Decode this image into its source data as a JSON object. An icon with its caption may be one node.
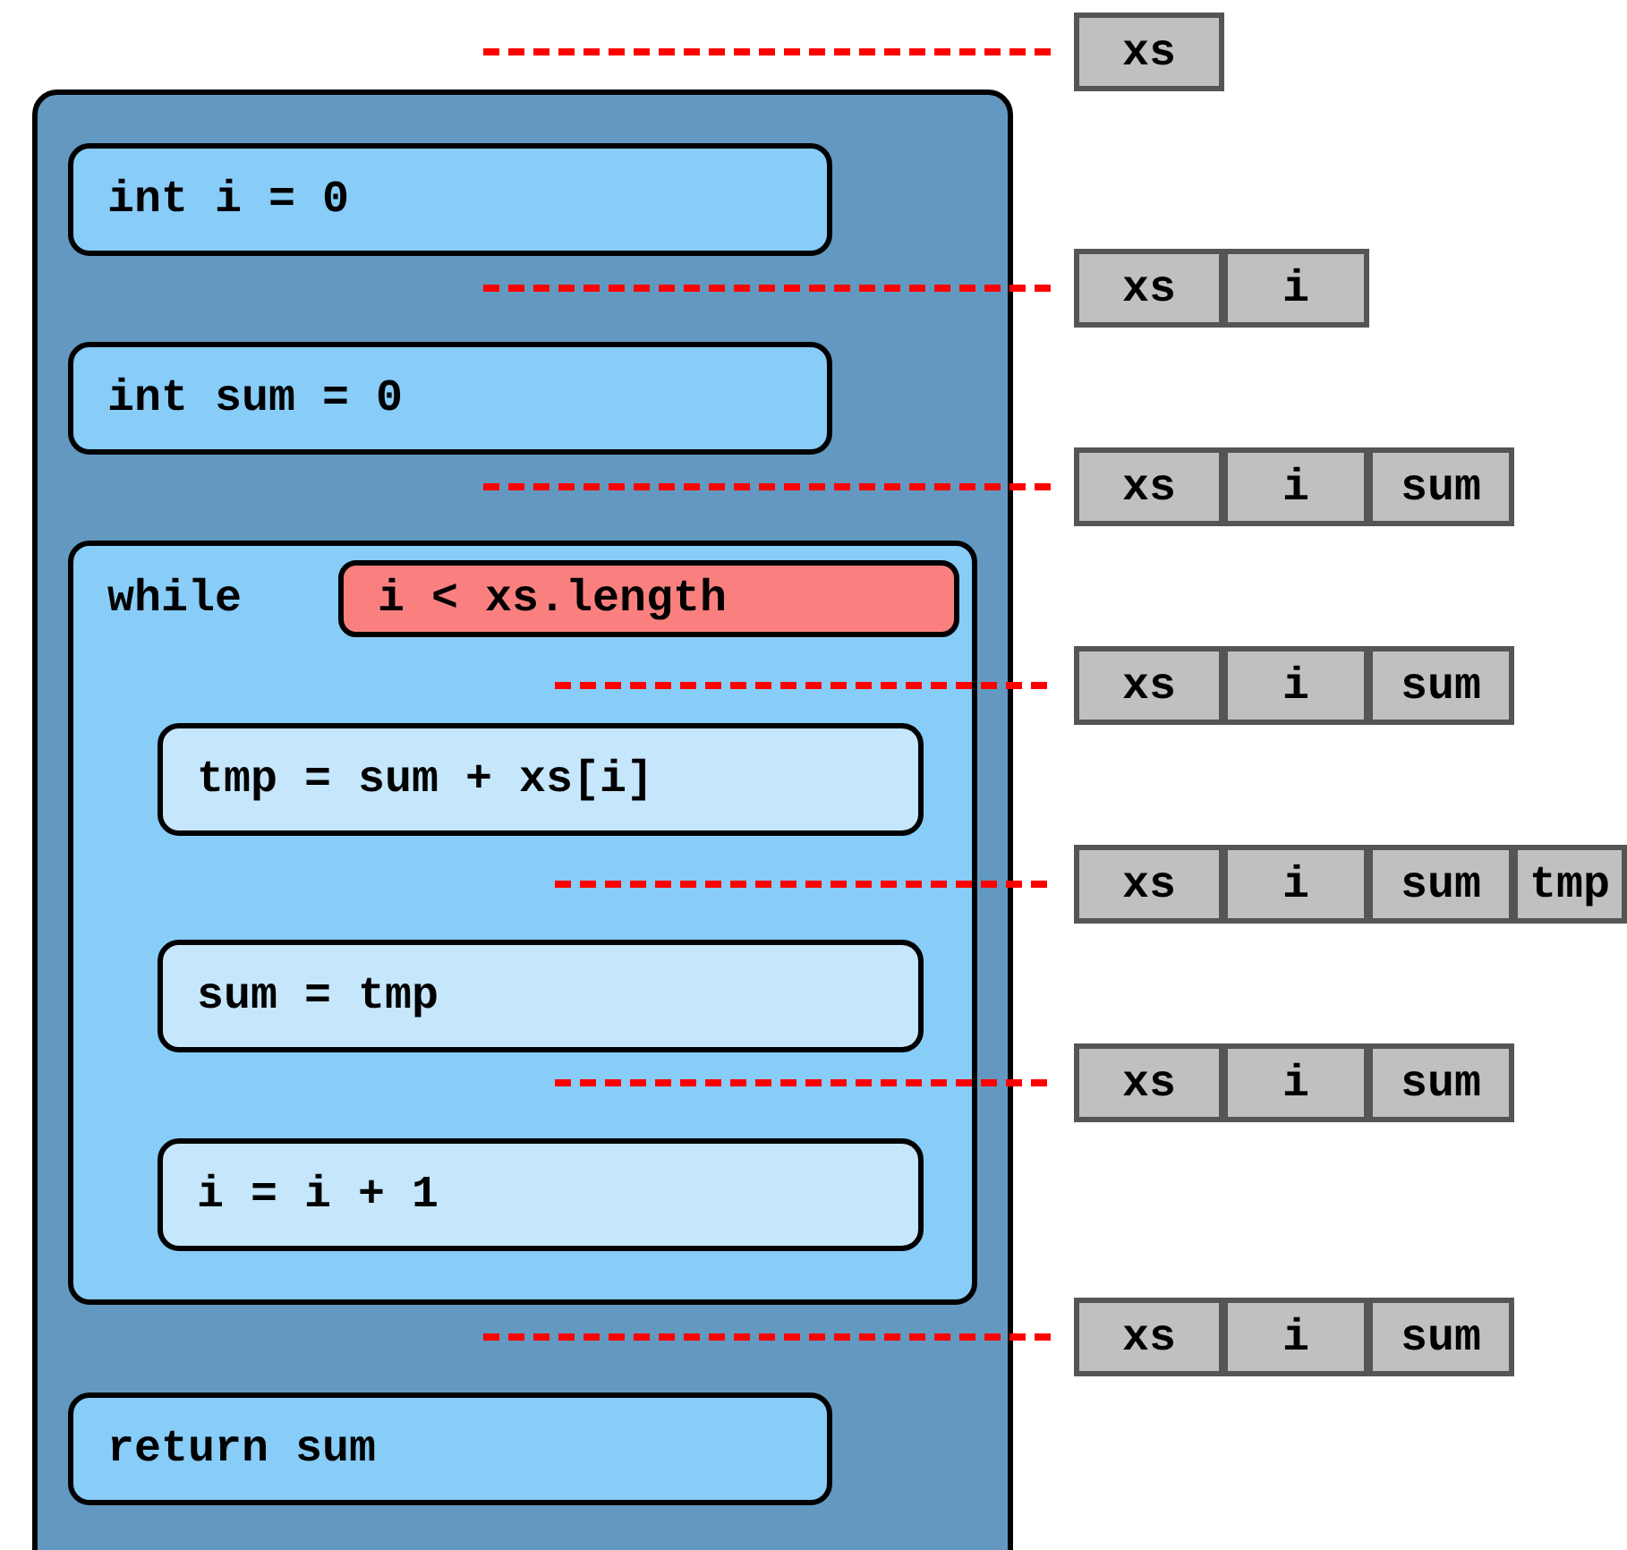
{
  "diagram": {
    "nodes": [
      {
        "text": [],
        "shape": "box"
      },
      {
        "text": [
          "int i = 0"
        ],
        "in": 0
      },
      {
        "text": [
          "int sum = 0"
        ],
        "in": 0
      },
      {
        "text": [
          "while"
        ],
        "in": 0
      },
      {
        "text": [
          "i < xs.length"
        ],
        "in": 3
      },
      {
        "text": [
          "tmp = sum + xs[i]"
        ],
        "in": 3
      },
      {
        "text": [
          "sum = tmp"
        ],
        "in": 3
      },
      {
        "text": [
          "i = i + 1"
        ],
        "in": 3
      },
      {
        "text": [
          "return sum"
        ],
        "in": 0
      },
      {
        "text": [
          "xs"
        ]
      },
      {
        "text": [
          "xs",
          "i"
        ]
      },
      {
        "text": [
          "xs",
          "i",
          "sum"
        ]
      },
      {
        "text": [
          "xs",
          "i",
          "sum"
        ]
      },
      {
        "text": [
          "xs",
          "i",
          "sum",
          "tmp"
        ]
      },
      {
        "text": [
          "xs",
          "i",
          "sum"
        ]
      },
      {
        "text": [
          "xs",
          "i",
          "sum"
        ]
      }
    ],
    "edges": [
      {
        "from": null,
        "to": 9,
        "arrow": "none",
        "style": "dashed",
        "color": "#ff0000"
      },
      {
        "from": null,
        "to": 10,
        "arrow": "none",
        "style": "dashed",
        "color": "#ff0000"
      },
      {
        "from": null,
        "to": 11,
        "arrow": "none",
        "style": "dashed",
        "color": "#ff0000"
      },
      {
        "from": null,
        "to": 12,
        "arrow": "none",
        "style": "dashed",
        "color": "#ff0000"
      },
      {
        "from": null,
        "to": 13,
        "arrow": "none",
        "style": "dashed",
        "color": "#ff0000"
      },
      {
        "from": null,
        "to": 14,
        "arrow": "none",
        "style": "dashed",
        "color": "#ff0000"
      },
      {
        "from": null,
        "to": 15,
        "arrow": "none",
        "style": "dashed",
        "color": "#ff0000"
      }
    ]
  }
}
